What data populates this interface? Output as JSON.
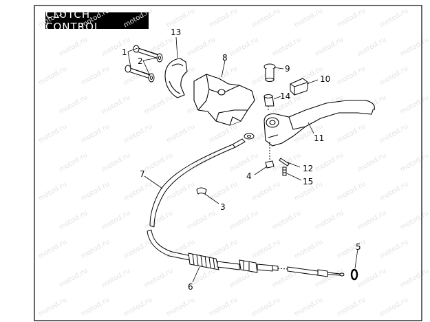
{
  "diagram": {
    "title": "CLUTCH CONTROL",
    "watermark": "motod.ru",
    "callouts": [
      {
        "id": "c1",
        "label": "1"
      },
      {
        "id": "c2",
        "label": "2"
      },
      {
        "id": "c3",
        "label": "3"
      },
      {
        "id": "c4",
        "label": "4"
      },
      {
        "id": "c5",
        "label": "5"
      },
      {
        "id": "c6",
        "label": "6"
      },
      {
        "id": "c7",
        "label": "7"
      },
      {
        "id": "c8",
        "label": "8"
      },
      {
        "id": "c9",
        "label": "9"
      },
      {
        "id": "c10",
        "label": "10"
      },
      {
        "id": "c11",
        "label": "11"
      },
      {
        "id": "c12",
        "label": "12"
      },
      {
        "id": "c13",
        "label": "13"
      },
      {
        "id": "c14",
        "label": "14"
      },
      {
        "id": "c15",
        "label": "15"
      }
    ]
  }
}
